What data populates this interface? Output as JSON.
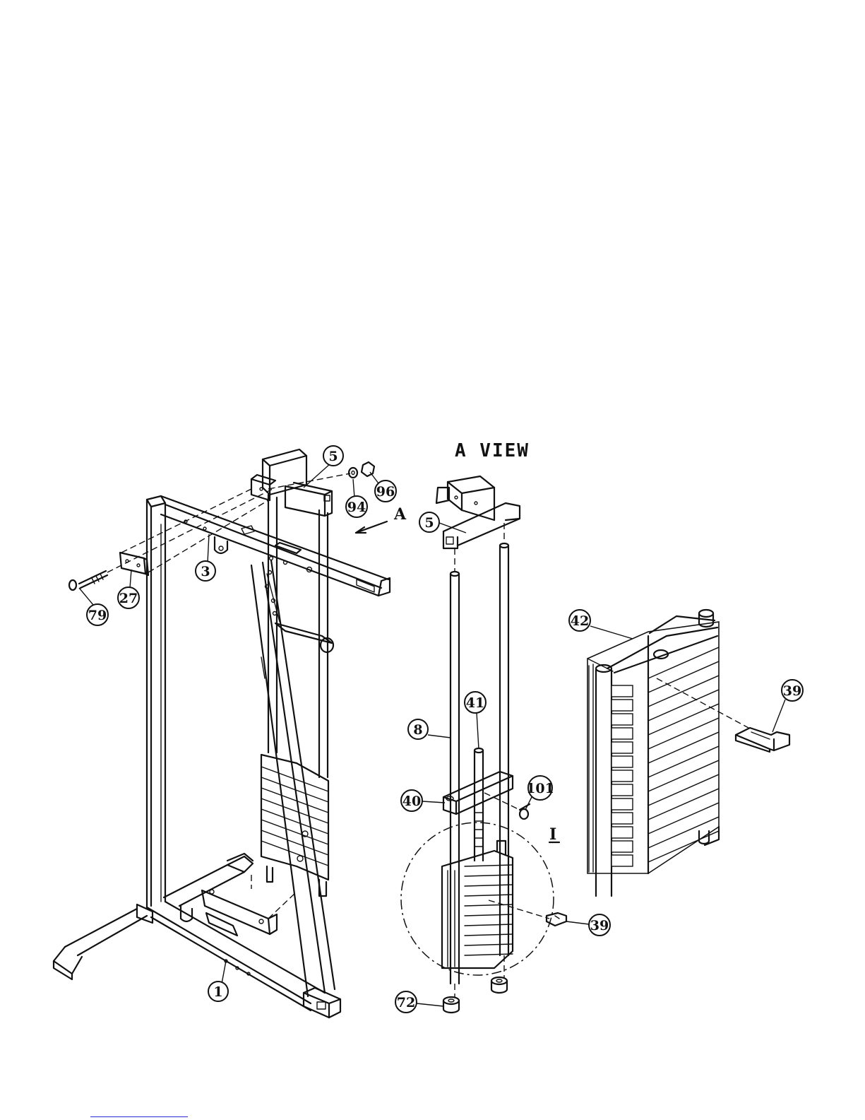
{
  "diagram": {
    "view_title": "A VIEW",
    "view_arrow_label": "A",
    "detail_label": "I",
    "callouts": [
      {
        "id": "c5a",
        "label": "5"
      },
      {
        "id": "c96",
        "label": "96"
      },
      {
        "id": "c94",
        "label": "94"
      },
      {
        "id": "c3",
        "label": "3"
      },
      {
        "id": "c27",
        "label": "27"
      },
      {
        "id": "c79",
        "label": "79"
      },
      {
        "id": "c1",
        "label": "1"
      },
      {
        "id": "c5b",
        "label": "5"
      },
      {
        "id": "c8",
        "label": "8"
      },
      {
        "id": "c41",
        "label": "41"
      },
      {
        "id": "c40",
        "label": "40"
      },
      {
        "id": "c101",
        "label": "101"
      },
      {
        "id": "c39a",
        "label": "39"
      },
      {
        "id": "c72",
        "label": "72"
      },
      {
        "id": "c42",
        "label": "42"
      },
      {
        "id": "c39b",
        "label": "39"
      }
    ]
  }
}
